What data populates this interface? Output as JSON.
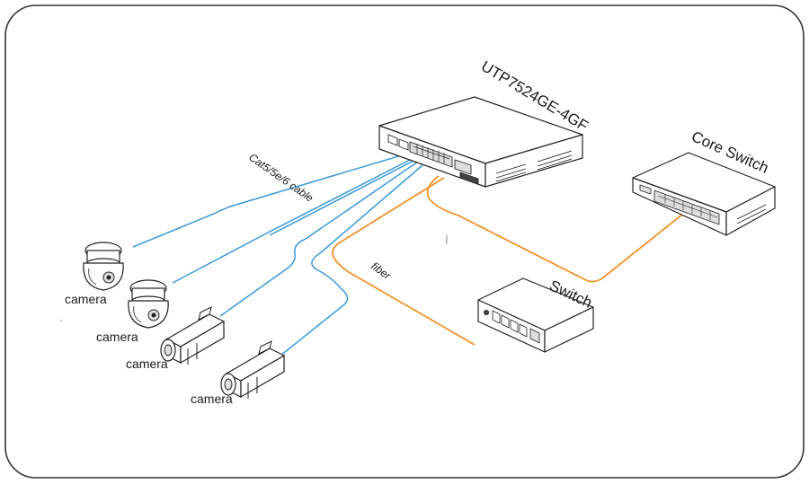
{
  "labels": {
    "main_switch": "UTP7524GE-4GF",
    "core_switch": "Core Switch",
    "switch": "Switch",
    "copper_cable": "Cat5/5e/6 cable",
    "fiber": "fiber",
    "camera_1": "camera",
    "camera_2": "camera",
    "camera_3": "camera",
    "camera_4": "camera"
  },
  "colors": {
    "copper_cable": "#3b9ad9",
    "fiber": "#f0922a",
    "outline": "#222222",
    "frame": "#333333"
  }
}
